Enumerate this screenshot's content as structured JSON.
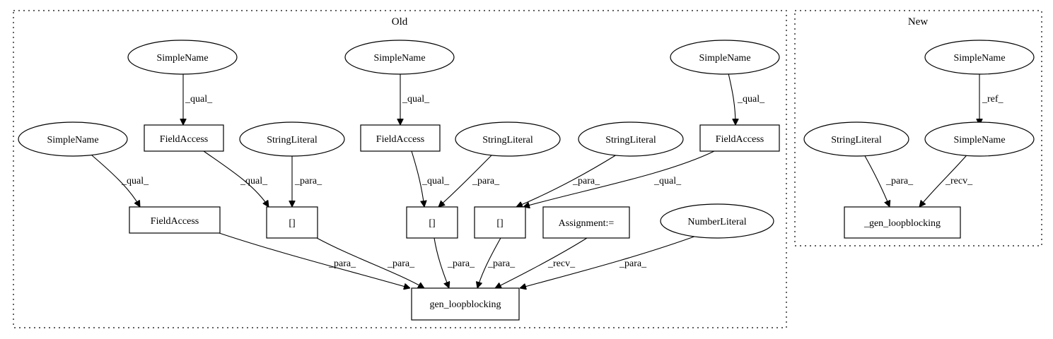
{
  "clusters": {
    "old": {
      "label": "Old"
    },
    "new": {
      "label": "New"
    }
  },
  "nodes": {
    "o_sn1": "SimpleName",
    "o_sn2": "SimpleName",
    "o_sn3": "SimpleName",
    "o_sn4": "SimpleName",
    "o_fa1": "FieldAccess",
    "o_fa2": "FieldAccess",
    "o_fa3": "FieldAccess",
    "o_fa4": "FieldAccess",
    "o_sl1": "StringLiteral",
    "o_sl2": "StringLiteral",
    "o_sl3": "StringLiteral",
    "o_idx1": "[]",
    "o_idx2": "[]",
    "o_idx3": "[]",
    "o_assign": "Assignment:=",
    "o_num": "NumberLiteral",
    "o_gen": "gen_loopblocking",
    "n_sn1": "SimpleName",
    "n_sn2": "SimpleName",
    "n_sl": "StringLiteral",
    "n_gen": "_gen_loopblocking"
  },
  "edges": {
    "e1": "_qual_",
    "e2": "_qual_",
    "e3": "_qual_",
    "e4": "_qual_",
    "e5": "_qual_",
    "e6": "_para_",
    "e7": "_qual_",
    "e8": "_para_",
    "e9": "_para_",
    "e10": "_qual_",
    "e11": "_para_",
    "e12": "_para_",
    "e13": "_para_",
    "e14": "_para_",
    "e15": "_recv_",
    "e16": "_para_",
    "n_e1": "_ref_",
    "n_e2": "_para_",
    "n_e3": "_recv_"
  }
}
